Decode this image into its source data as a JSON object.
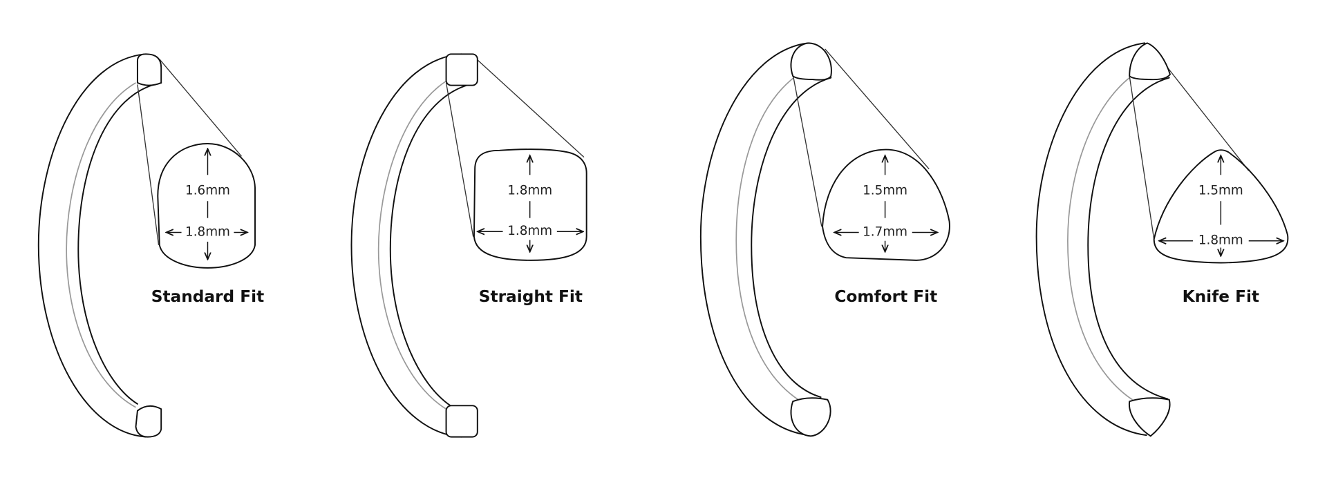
{
  "fits": [
    {
      "name": "Standard Fit",
      "height": "1.6mm",
      "width": "1.8mm"
    },
    {
      "name": "Straight Fit",
      "height": "1.8mm",
      "width": "1.8mm"
    },
    {
      "name": "Comfort Fit",
      "height": "1.5mm",
      "width": "1.7mm"
    },
    {
      "name": "Knife Fit",
      "height": "1.5mm",
      "width": "1.8mm"
    }
  ]
}
